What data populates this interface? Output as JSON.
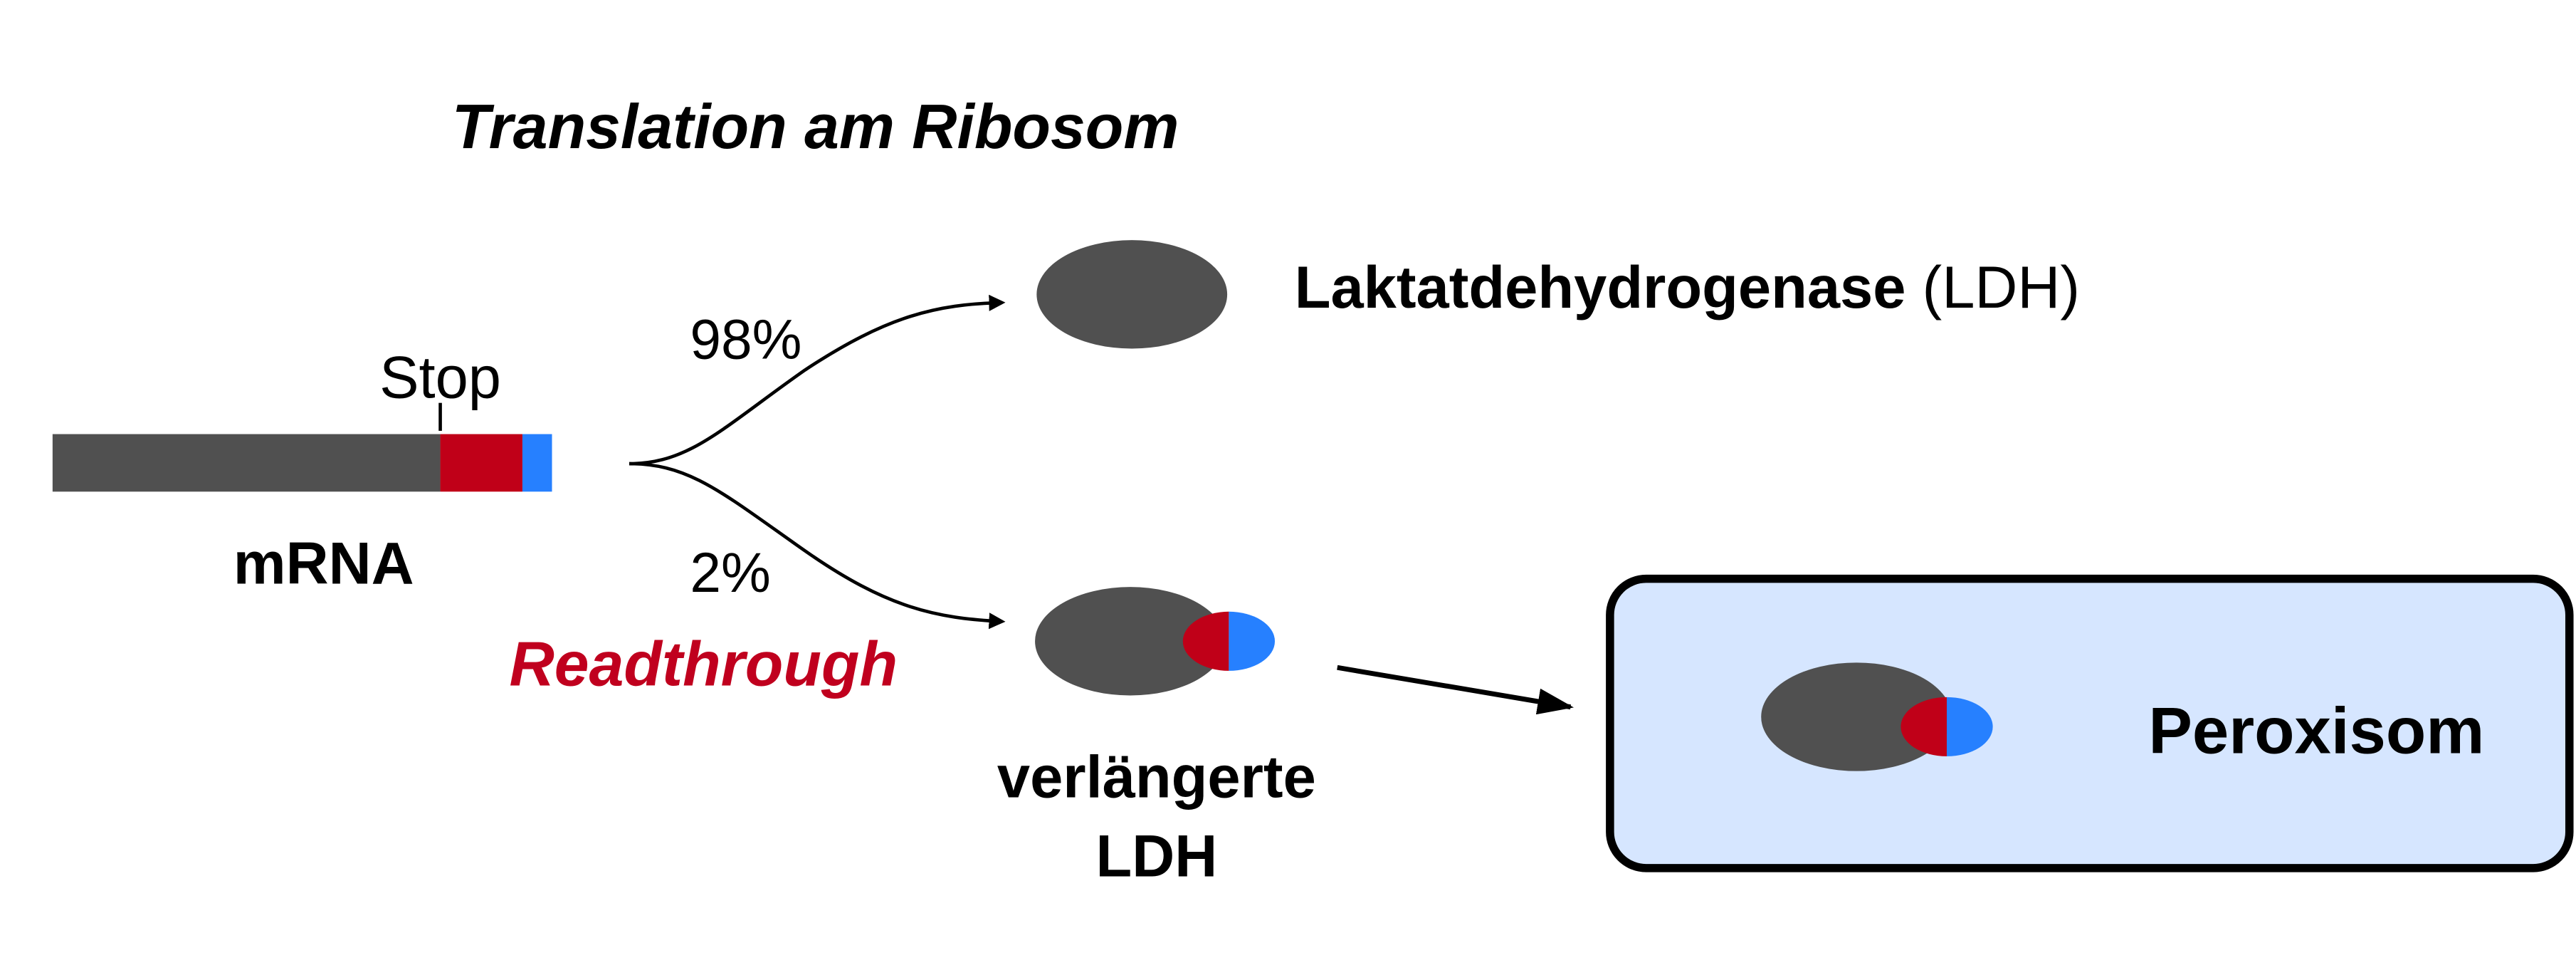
{
  "title": "Translation am Ribosom",
  "mrna": {
    "label": "mRNA",
    "stop_label": "Stop"
  },
  "branches": {
    "upper_percent": "98%",
    "lower_percent": "2%",
    "readthrough_label": "Readthrough"
  },
  "products": {
    "ldh_name_bold": "Laktatdehydrogenase",
    "ldh_abbrev": " (LDH)",
    "extended_line1": "verlängerte",
    "extended_line2": "LDH"
  },
  "peroxisome": {
    "label": "Peroxisom"
  },
  "colors": {
    "protein_gray": "#505050",
    "extension_red": "#C00018",
    "signal_blue": "#2680FF",
    "peroxisome_fill": "#D6E6FF",
    "readthrough_text": "#C0001E"
  }
}
